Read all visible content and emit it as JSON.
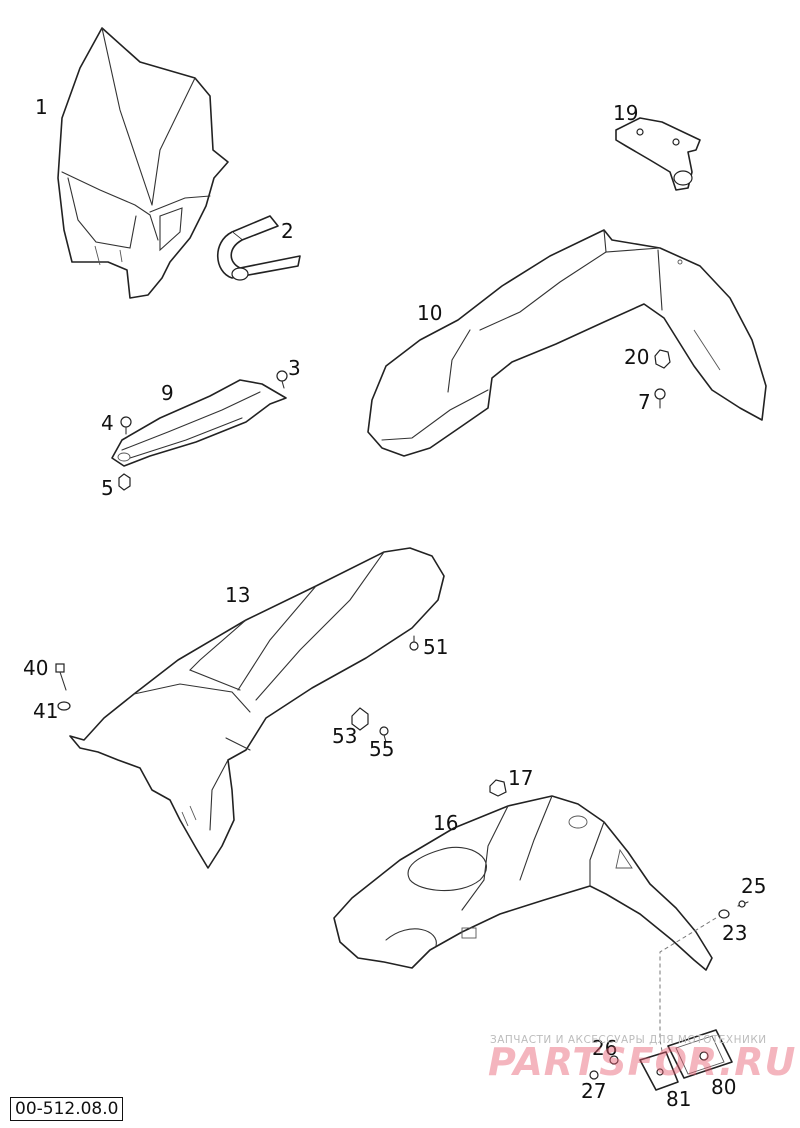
{
  "diagram": {
    "drawing_code": "00-512.08.0",
    "callouts": [
      "1",
      "2",
      "3",
      "4",
      "5",
      "7",
      "9",
      "10",
      "13",
      "16",
      "17",
      "19",
      "20",
      "23",
      "25",
      "26",
      "27",
      "40",
      "41",
      "51",
      "53",
      "55",
      "80",
      "81"
    ]
  },
  "watermark": {
    "tagline": "ЗАПЧАСТИ И АКСЕССУАРЫ ДЛЯ МОТОТЕХНИКИ",
    "brand": "PARTSFOR.RU"
  }
}
